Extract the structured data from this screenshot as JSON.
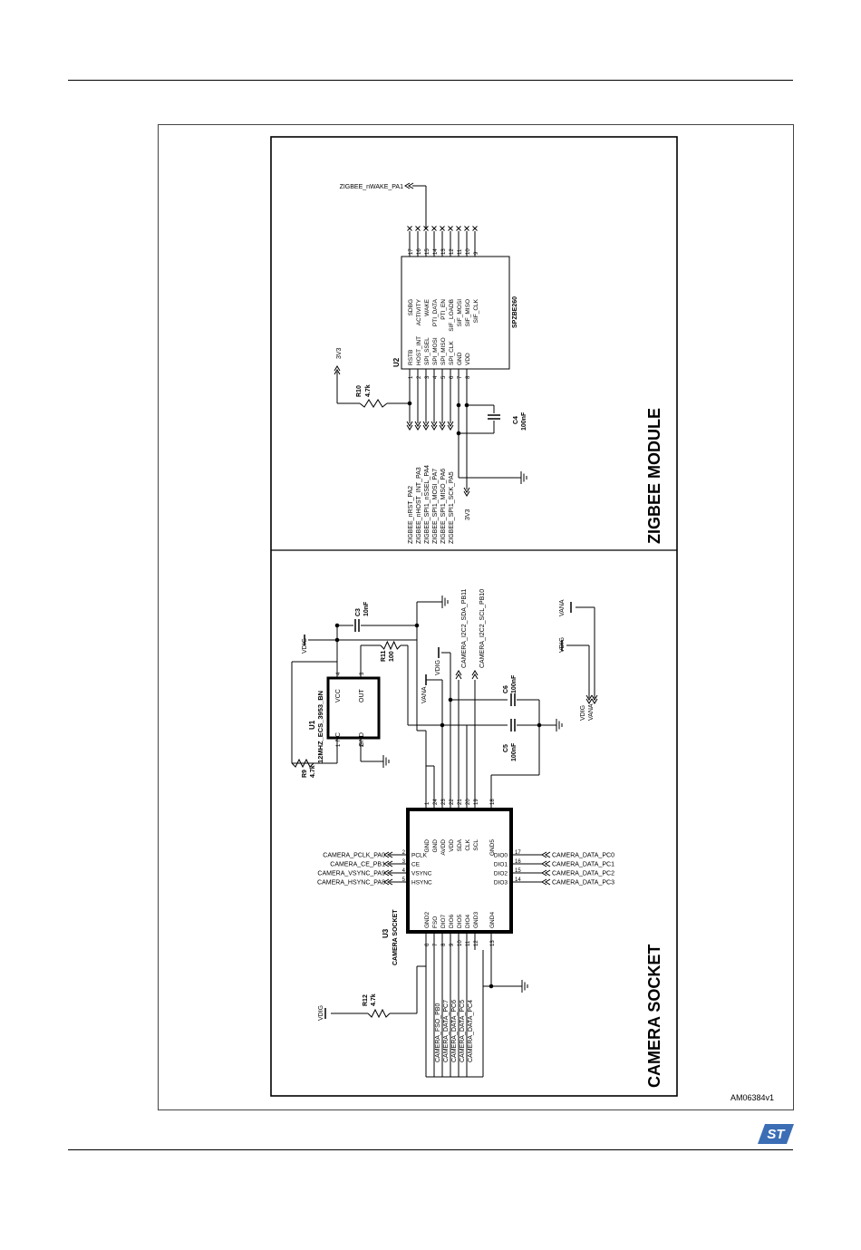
{
  "figure_id": "AM06384v1",
  "logo": "ST",
  "sections": {
    "zigbee_title": "ZIGBEE MODULE",
    "camera_title": "CAMERA SOCKET"
  },
  "zigbee": {
    "u2_ref": "U2",
    "u2_part": "SPZBE260",
    "left_pins": [
      {
        "num": "1",
        "name": "RSTB"
      },
      {
        "num": "2",
        "name": "HOST_INT"
      },
      {
        "num": "3",
        "name": "SPI_SSEL"
      },
      {
        "num": "4",
        "name": "SPI_MOSI"
      },
      {
        "num": "5",
        "name": "SPI_MISO"
      },
      {
        "num": "6",
        "name": "SPI_CLK"
      },
      {
        "num": "7",
        "name": "GND"
      },
      {
        "num": "8",
        "name": "VDD"
      }
    ],
    "right_pins": [
      {
        "num": "17",
        "name": "SDBG"
      },
      {
        "num": "16",
        "name": "ACTIVITY"
      },
      {
        "num": "15",
        "name": "WAKE"
      },
      {
        "num": "14",
        "name": "PTI_DATA"
      },
      {
        "num": "13",
        "name": "PTI_EN"
      },
      {
        "num": "12",
        "name": "SIF_LOADB"
      },
      {
        "num": "11",
        "name": "SIF_MOSI"
      },
      {
        "num": "10",
        "name": "SIF_MISO"
      },
      {
        "num": "9",
        "name": "SIF_CLK"
      }
    ],
    "nets": [
      "ZIGBEE_nRST_PA2",
      "ZIGBEE_nHOST_INT_PA3",
      "ZIGBEE_SPI1_nSSEL_PA4",
      "ZIGBEE_SPI1_MOSI_PA7",
      "ZIGBEE_SPI1_MISO_PA6",
      "ZIGBEE_SPI1_SCK_PA5",
      "3V3"
    ],
    "wake_net": "ZIGBEE_nWAKE_PA1",
    "r10_ref": "R10",
    "r10_val": "4.7k",
    "r10_net": "3V3",
    "c4_ref": "C4",
    "c4_val": "100nF"
  },
  "camera": {
    "u1_ref": "U1",
    "u1_part": "12MHZ_ECS_3953_BN",
    "u1_pins": [
      {
        "num": "1",
        "name": "NC"
      },
      {
        "num": "2",
        "name": "GND"
      },
      {
        "num": "3",
        "name": "OUT"
      },
      {
        "num": "4",
        "name": "VCC"
      }
    ],
    "vdig": "VDIG",
    "vana": "VANA",
    "r9_ref": "R9",
    "r9_val": "4.7k",
    "r11_ref": "R11",
    "r11_val": "100",
    "r12_ref": "R12",
    "r12_val": "4.7k",
    "c3_ref": "C3",
    "c3_val": "10nF",
    "c5_ref": "C5",
    "c5_val": "100nF",
    "c6_ref": "C6",
    "c6_val": "100nF",
    "u3_ref": "U3",
    "u3_part": "CAMERA SOCKET",
    "top_pins": [
      {
        "num": "1",
        "name": "GND"
      },
      {
        "num": "24",
        "name": "GND"
      },
      {
        "num": "23",
        "name": "AVDD"
      },
      {
        "num": "22",
        "name": "VDD"
      },
      {
        "num": "21",
        "name": "SDA"
      },
      {
        "num": "20",
        "name": "CLK"
      },
      {
        "num": "19",
        "name": "SCL"
      },
      {
        "num": "18",
        "name": "GND5"
      }
    ],
    "left_pins": [
      {
        "num": "2",
        "name": "PCLK",
        "net": "CAMERA_PCLK_PA0"
      },
      {
        "num": "3",
        "name": "CE",
        "net": "CAMERA_CE_PB1"
      },
      {
        "num": "4",
        "name": "VSYNC",
        "net": "CAMERA_VSYNC_PA9"
      },
      {
        "num": "5",
        "name": "HSYNC",
        "net": "CAMERA_HSYNC_PA8"
      }
    ],
    "right_pins": [
      {
        "num": "17",
        "name": "DIO0",
        "net": "CAMERA_DATA_PC0"
      },
      {
        "num": "16",
        "name": "DIO1",
        "net": "CAMERA_DATA_PC1"
      },
      {
        "num": "15",
        "name": "DIO2",
        "net": "CAMERA_DATA_PC2"
      },
      {
        "num": "14",
        "name": "DIO3",
        "net": "CAMERA_DATA_PC3"
      }
    ],
    "bottom_pins": [
      {
        "num": "6",
        "name": "GND2"
      },
      {
        "num": "7",
        "name": "FSO"
      },
      {
        "num": "8",
        "name": "DIO7"
      },
      {
        "num": "9",
        "name": "DIO6"
      },
      {
        "num": "10",
        "name": "DIO5"
      },
      {
        "num": "11",
        "name": "DIO4"
      },
      {
        "num": "12",
        "name": "GND3"
      },
      {
        "num": "13",
        "name": "GND4"
      }
    ],
    "bottom_nets": [
      "CAMERA_FSO_PB0",
      "CAMERA_DATA_PC7",
      "CAMERA_DATA_PC6",
      "CAMERA_DATA_PC5",
      "CAMERA_DATA_PC4"
    ],
    "i2c_nets": [
      "CAMERA_I2C2_SDA_PB11",
      "CAMERA_I2C2_SCL_PB10"
    ],
    "supply_ports": [
      "VDIG",
      "VANA"
    ]
  }
}
